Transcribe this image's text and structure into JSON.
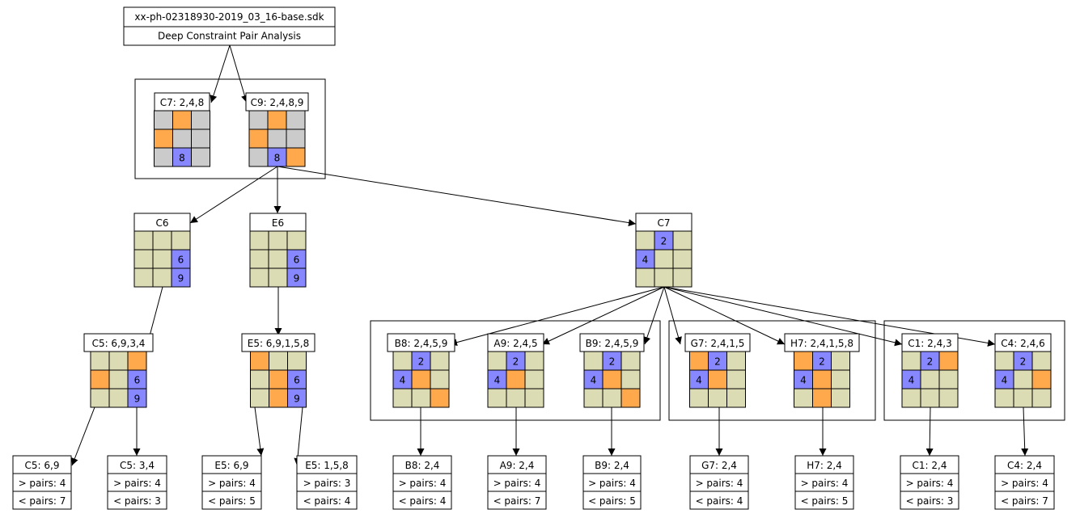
{
  "colors": {
    "grey": "#cbcbcb",
    "orange": "#ffa84c",
    "blue": "#8787ff",
    "beige": "#dcdcb4",
    "border": "#000000",
    "background": "#ffffff"
  },
  "root": {
    "title": "xx-ph-02318930-2019_03_16-base.sdk",
    "subtitle": "Deep Constraint Pair Analysis"
  },
  "grids": [
    {
      "id": "g_c7a",
      "label": "C7: 2,4,8",
      "cells": [
        "g",
        "o",
        "g",
        "o",
        "g",
        "g",
        "g",
        "b8",
        "g"
      ]
    },
    {
      "id": "g_c9a",
      "label": "C9: 2,4,8,9",
      "cells": [
        "g",
        "o",
        "g",
        "o",
        "g",
        "g",
        "g",
        "b8",
        "o"
      ]
    },
    {
      "id": "g_c6",
      "label": "C6",
      "cells": [
        "y",
        "y",
        "y",
        "y",
        "y",
        "b6",
        "y",
        "y",
        "b9"
      ]
    },
    {
      "id": "g_e6",
      "label": "E6",
      "cells": [
        "y",
        "y",
        "y",
        "y",
        "y",
        "b6",
        "y",
        "y",
        "b9"
      ]
    },
    {
      "id": "g_c7b",
      "label": "C7",
      "cells": [
        "y",
        "b2",
        "y",
        "b4",
        "y",
        "y",
        "y",
        "y",
        "y"
      ]
    },
    {
      "id": "g_c5",
      "label": "C5: 6,9,3,4",
      "cells": [
        "y",
        "y",
        "o",
        "o",
        "y",
        "b6",
        "y",
        "y",
        "b9"
      ]
    },
    {
      "id": "g_e5",
      "label": "E5: 6,9,1,5,8",
      "cells": [
        "o",
        "y",
        "y",
        "y",
        "o",
        "b6",
        "y",
        "o",
        "b9"
      ]
    },
    {
      "id": "g_b8",
      "label": "B8: 2,4,5,9",
      "cells": [
        "y",
        "b2",
        "y",
        "b4",
        "o",
        "y",
        "y",
        "y",
        "o"
      ]
    },
    {
      "id": "g_a9",
      "label": "A9: 2,4,5",
      "cells": [
        "y",
        "b2",
        "y",
        "b4",
        "o",
        "y",
        "y",
        "y",
        "y"
      ]
    },
    {
      "id": "g_b9",
      "label": "B9: 2,4,5,9",
      "cells": [
        "y",
        "b2",
        "y",
        "b4",
        "o",
        "y",
        "y",
        "y",
        "o"
      ]
    },
    {
      "id": "g_g7",
      "label": "G7: 2,4,1,5",
      "cells": [
        "o",
        "b2",
        "y",
        "b4",
        "o",
        "y",
        "y",
        "y",
        "y"
      ]
    },
    {
      "id": "g_h7",
      "label": "H7: 2,4,1,5,8",
      "cells": [
        "o",
        "b2",
        "y",
        "b4",
        "o",
        "y",
        "y",
        "o",
        "y"
      ]
    },
    {
      "id": "g_c1",
      "label": "C1: 2,4,3",
      "cells": [
        "y",
        "b2",
        "o",
        "b4",
        "y",
        "y",
        "y",
        "y",
        "y"
      ]
    },
    {
      "id": "g_c4",
      "label": "C4: 2,4,6",
      "cells": [
        "y",
        "b2",
        "y",
        "b4",
        "y",
        "o",
        "y",
        "y",
        "y"
      ]
    }
  ],
  "leaves": [
    {
      "id": "l_c5a",
      "title": "C5: 6,9",
      "gt": "> pairs: 4",
      "lt": "< pairs: 7"
    },
    {
      "id": "l_c5b",
      "title": "C5: 3,4",
      "gt": "> pairs: 4",
      "lt": "< pairs: 3"
    },
    {
      "id": "l_e5a",
      "title": "E5: 6,9",
      "gt": "> pairs: 4",
      "lt": "< pairs: 5"
    },
    {
      "id": "l_e5b",
      "title": "E5: 1,5,8",
      "gt": "> pairs: 3",
      "lt": "< pairs: 4"
    },
    {
      "id": "l_b8",
      "title": "B8: 2,4",
      "gt": "> pairs: 4",
      "lt": "< pairs: 4"
    },
    {
      "id": "l_a9",
      "title": "A9: 2,4",
      "gt": "> pairs: 4",
      "lt": "< pairs: 7"
    },
    {
      "id": "l_b9",
      "title": "B9: 2,4",
      "gt": "> pairs: 4",
      "lt": "< pairs: 5"
    },
    {
      "id": "l_g7",
      "title": "G7: 2,4",
      "gt": "> pairs: 4",
      "lt": "< pairs: 4"
    },
    {
      "id": "l_h7",
      "title": "H7: 2,4",
      "gt": "> pairs: 4",
      "lt": "< pairs: 5"
    },
    {
      "id": "l_c1",
      "title": "C1: 2,4",
      "gt": "> pairs: 4",
      "lt": "< pairs: 3"
    },
    {
      "id": "l_c4",
      "title": "C4: 2,4",
      "gt": "> pairs: 4",
      "lt": "< pairs: 7"
    }
  ]
}
